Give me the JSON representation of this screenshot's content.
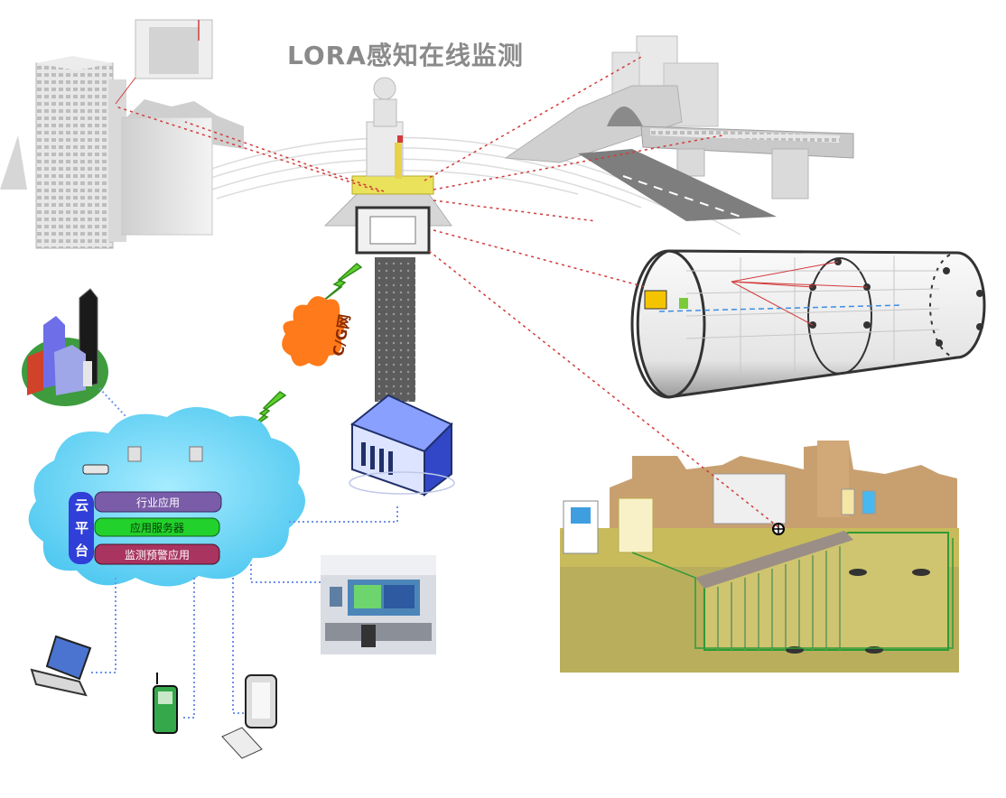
{
  "title": "LORA感知在线监测",
  "network_badge": "C/G网",
  "cloud": {
    "platform_label": "云平台",
    "layers": [
      "行业应用",
      "应用服务器",
      "监测预警应用"
    ]
  },
  "colors": {
    "title": "#8a8a8a",
    "cloud": "#5fd3f5",
    "platform_bar": "#2f3fd8",
    "layer_industry": "#7a5ca8",
    "layer_server": "#22d12b",
    "layer_warning": "#a8345f",
    "badge": "#ff7a1a",
    "lightning": "#5fd12c",
    "link_red": "#d23a3a",
    "link_blue": "#6f93e8"
  },
  "icons": [
    "building-icon",
    "tunnel-icon",
    "bridge-icon",
    "pipe-icon",
    "city-icon",
    "server-icon",
    "laptop-icon",
    "phone-icon",
    "tablet-icon",
    "gateway-icon"
  ]
}
